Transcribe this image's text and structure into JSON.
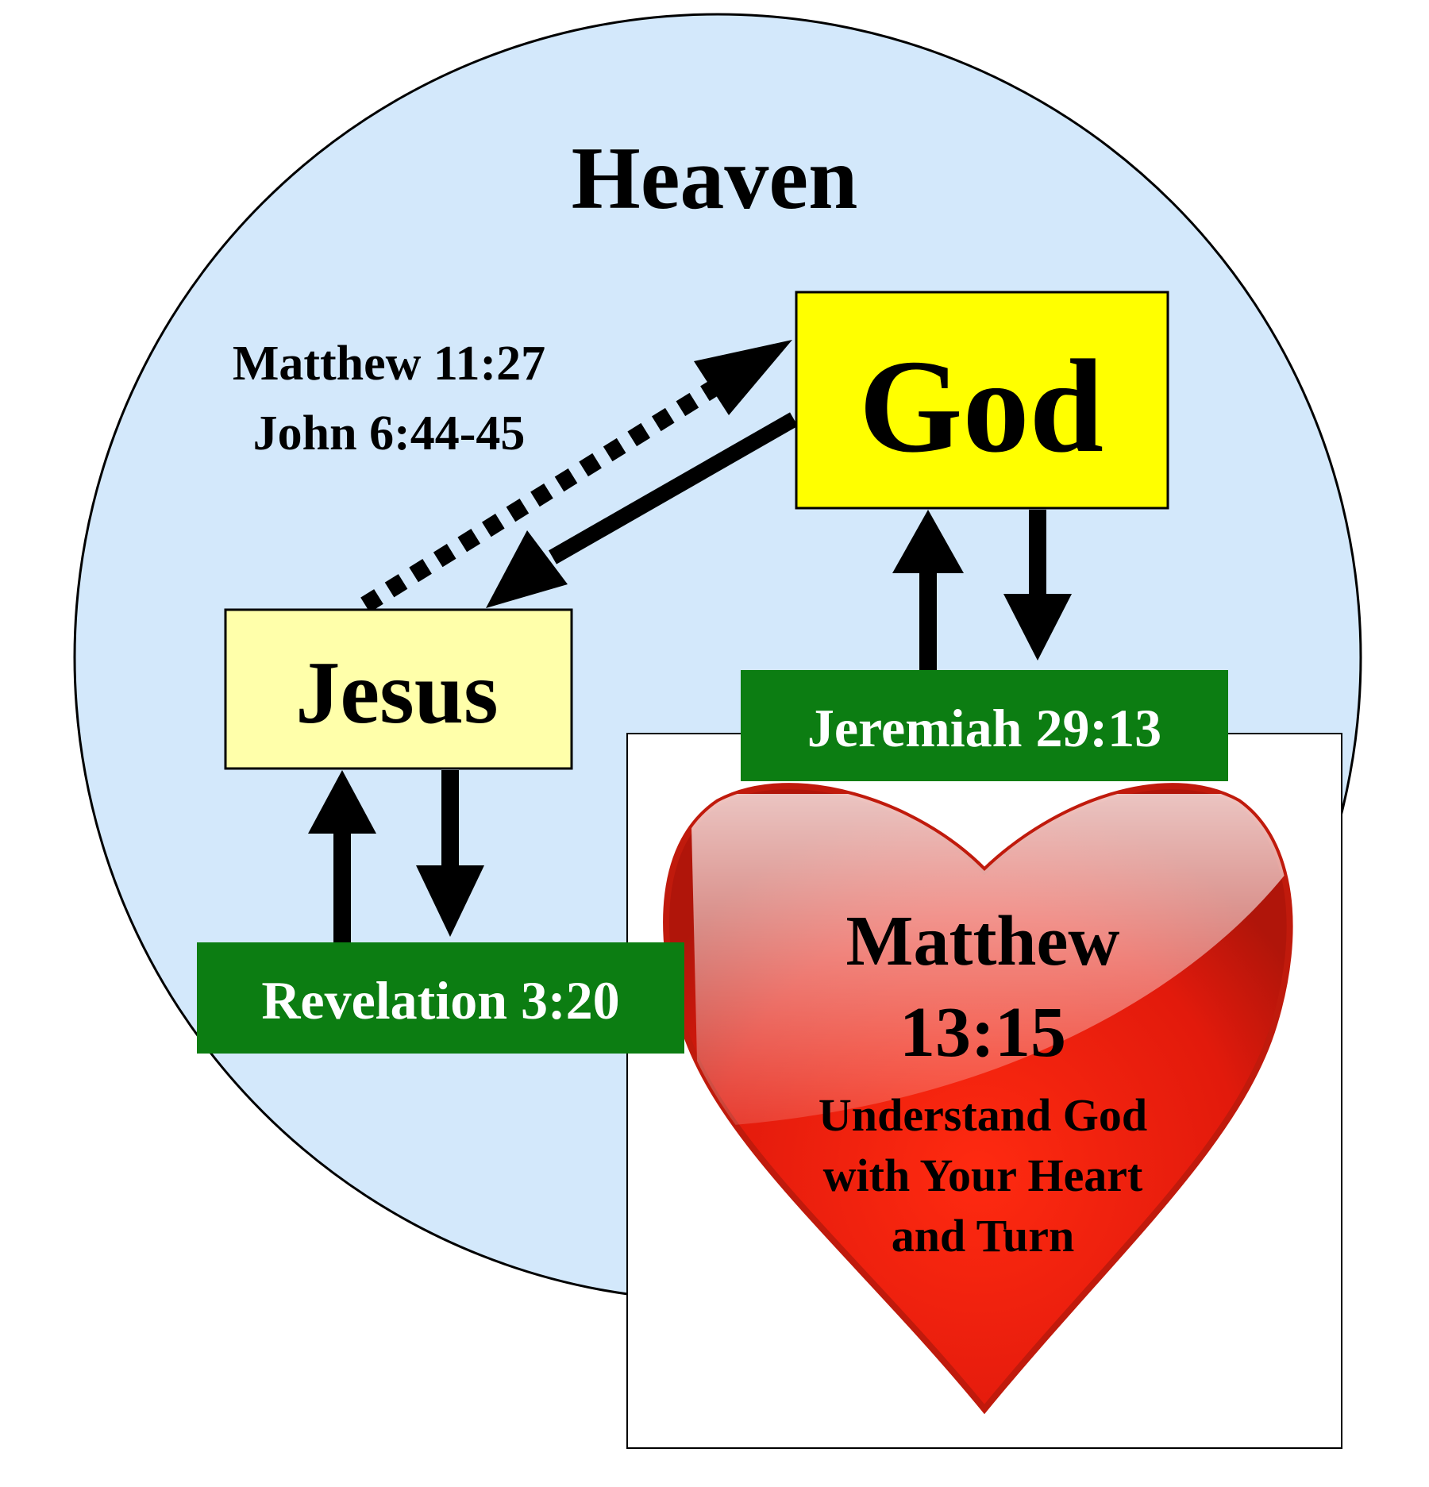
{
  "diagram": {
    "heaven": {
      "label": "Heaven",
      "fill": "#d3e8fb"
    },
    "god": {
      "label": "God",
      "fill": "#ffff00"
    },
    "jesus": {
      "label": "Jesus",
      "fill": "#ffffaa"
    },
    "verse_note": {
      "line1": "Matthew 11:27",
      "line2": "John 6:44-45"
    },
    "jeremiah": {
      "label": "Jeremiah 29:13",
      "fill": "#0c7d12"
    },
    "revelation": {
      "label": "Revelation 3:20",
      "fill": "#0c7d12"
    },
    "heart": {
      "line1": "Matthew",
      "line2": "13:15",
      "line3": "Understand God",
      "line4": "with Your Heart",
      "line5": "and Turn",
      "color": "#e8140a"
    }
  }
}
